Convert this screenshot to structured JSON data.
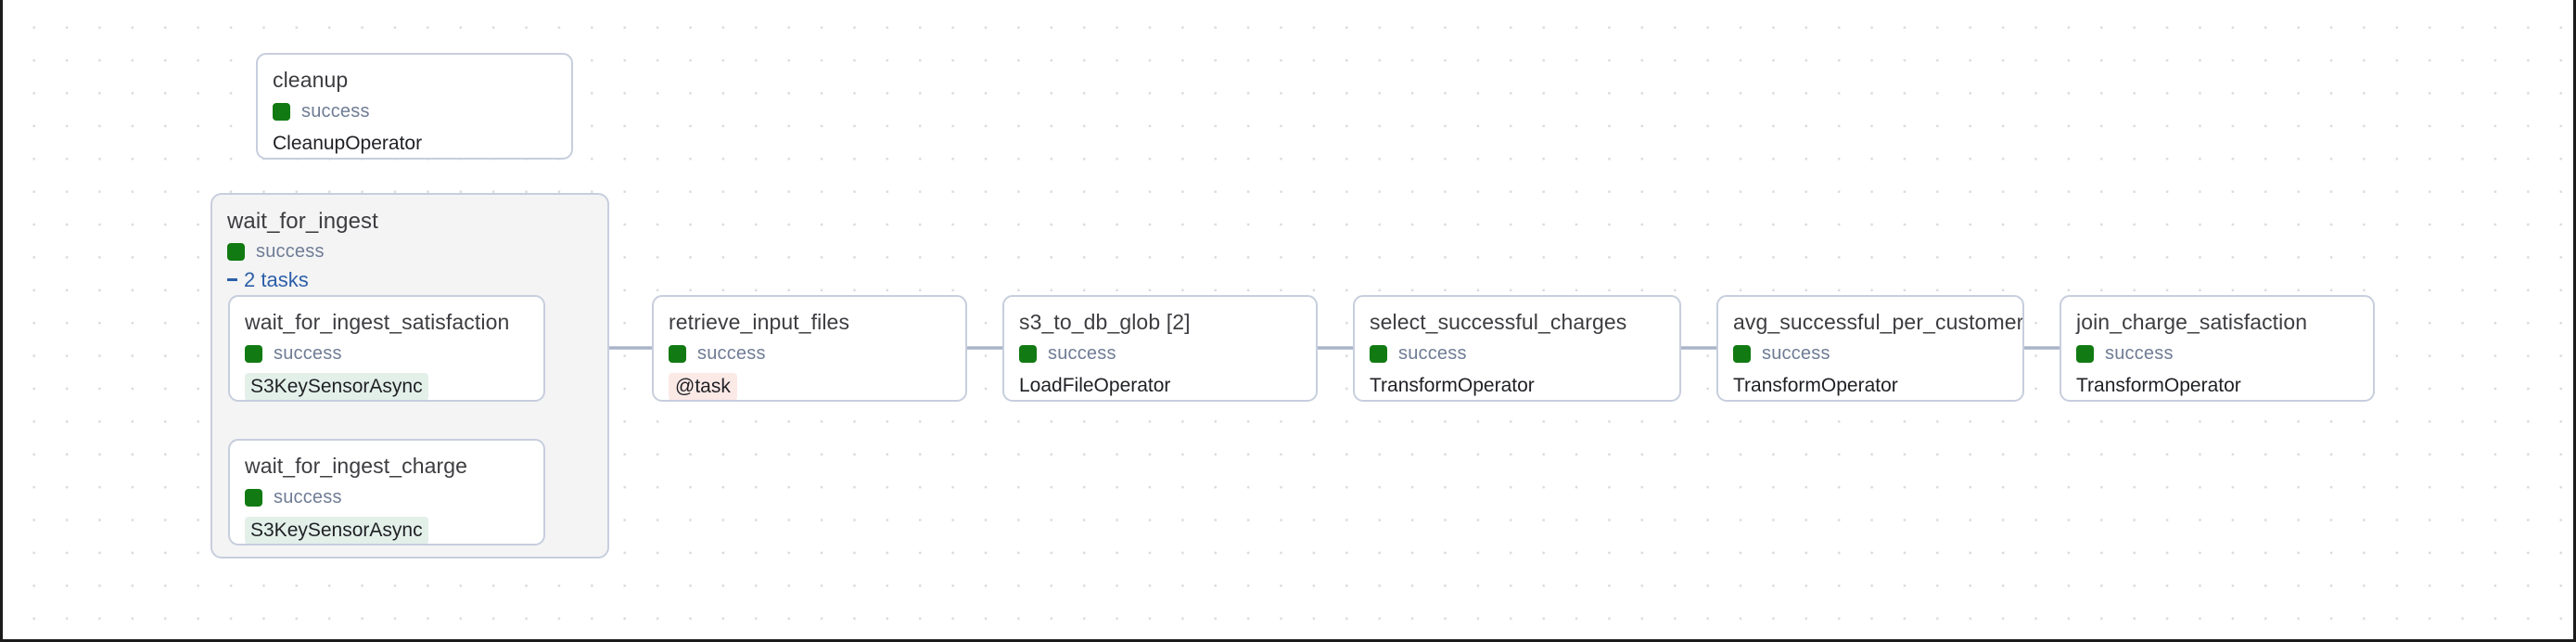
{
  "canvas": {
    "background": "#ffffff",
    "grid_dot_color": "#dcdcdc",
    "edge_color": "#aab4c8",
    "node_border_color": "#c7cedd",
    "group_fill": "#f4f4f5",
    "success_color": "#127a12",
    "link_color": "#2c5fa8"
  },
  "graph": {
    "type": "airflow-dag-graph",
    "nodes": [
      {
        "id": "cleanup",
        "title": "cleanup",
        "status": "success",
        "operator": "CleanupOperator",
        "operator_style": "plain"
      },
      {
        "id": "wait_for_ingest_satisfaction",
        "title": "wait_for_ingest_satisfaction",
        "status": "success",
        "operator": "S3KeySensorAsync",
        "operator_style": "sensor"
      },
      {
        "id": "wait_for_ingest_charge",
        "title": "wait_for_ingest_charge",
        "status": "success",
        "operator": "S3KeySensorAsync",
        "operator_style": "sensor"
      },
      {
        "id": "retrieve_input_files",
        "title": "retrieve_input_files",
        "status": "success",
        "operator": "@task",
        "operator_style": "decorator"
      },
      {
        "id": "s3_to_db_glob",
        "title": "s3_to_db_glob [2]",
        "status": "success",
        "operator": "LoadFileOperator",
        "operator_style": "plain"
      },
      {
        "id": "select_successful_charges",
        "title": "select_successful_charges",
        "status": "success",
        "operator": "TransformOperator",
        "operator_style": "plain"
      },
      {
        "id": "avg_successful_per_customer",
        "title": "avg_successful_per_customer",
        "status": "success",
        "operator": "TransformOperator",
        "operator_style": "plain"
      },
      {
        "id": "join_charge_satisfaction",
        "title": "join_charge_satisfaction",
        "status": "success",
        "operator": "TransformOperator",
        "operator_style": "plain"
      }
    ],
    "group": {
      "id": "wait_for_ingest",
      "title": "wait_for_ingest",
      "status": "success",
      "tasks_label": "2 tasks",
      "expanded": true
    }
  }
}
